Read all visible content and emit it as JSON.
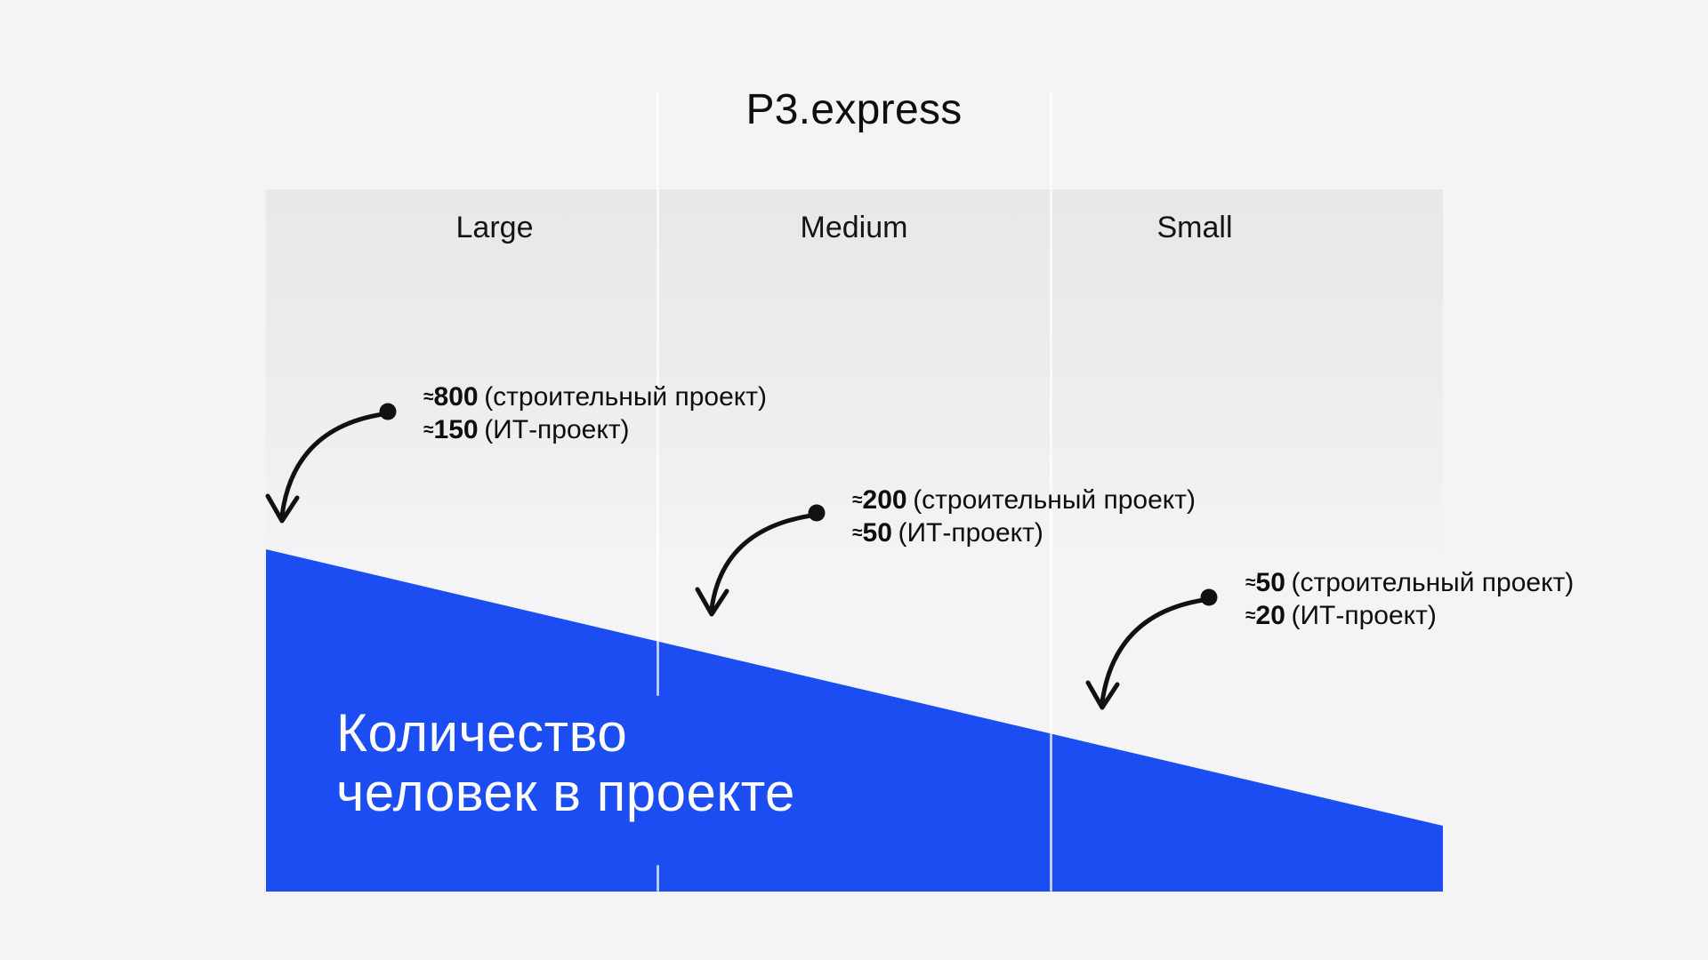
{
  "title": "P3.express",
  "columns": [
    {
      "label": "Large"
    },
    {
      "label": "Medium"
    },
    {
      "label": "Small"
    }
  ],
  "annotations": [
    {
      "lines": [
        {
          "approx": "≈",
          "value": "800",
          "note": "(строительный проект)"
        },
        {
          "approx": "≈",
          "value": "150",
          "note": "(ИТ-проект)"
        }
      ]
    },
    {
      "lines": [
        {
          "approx": "≈",
          "value": "200",
          "note": "(строительный проект)"
        },
        {
          "approx": "≈",
          "value": "50",
          "note": "(ИТ-проект)"
        }
      ]
    },
    {
      "lines": [
        {
          "approx": "≈",
          "value": "50",
          "note": "(строительный проект)"
        },
        {
          "approx": "≈",
          "value": "20",
          "note": "(ИТ-проект)"
        }
      ]
    }
  ],
  "wedge": {
    "line1": "Количество",
    "line2": "человек в проекте"
  },
  "colors": {
    "accent-blue": "#1b4df2",
    "background": "#f4f4f6",
    "panel-gray": "#e9e9eb",
    "text-dark": "#0e0e10",
    "divider": "rgba(255,255,255,0.7)"
  }
}
